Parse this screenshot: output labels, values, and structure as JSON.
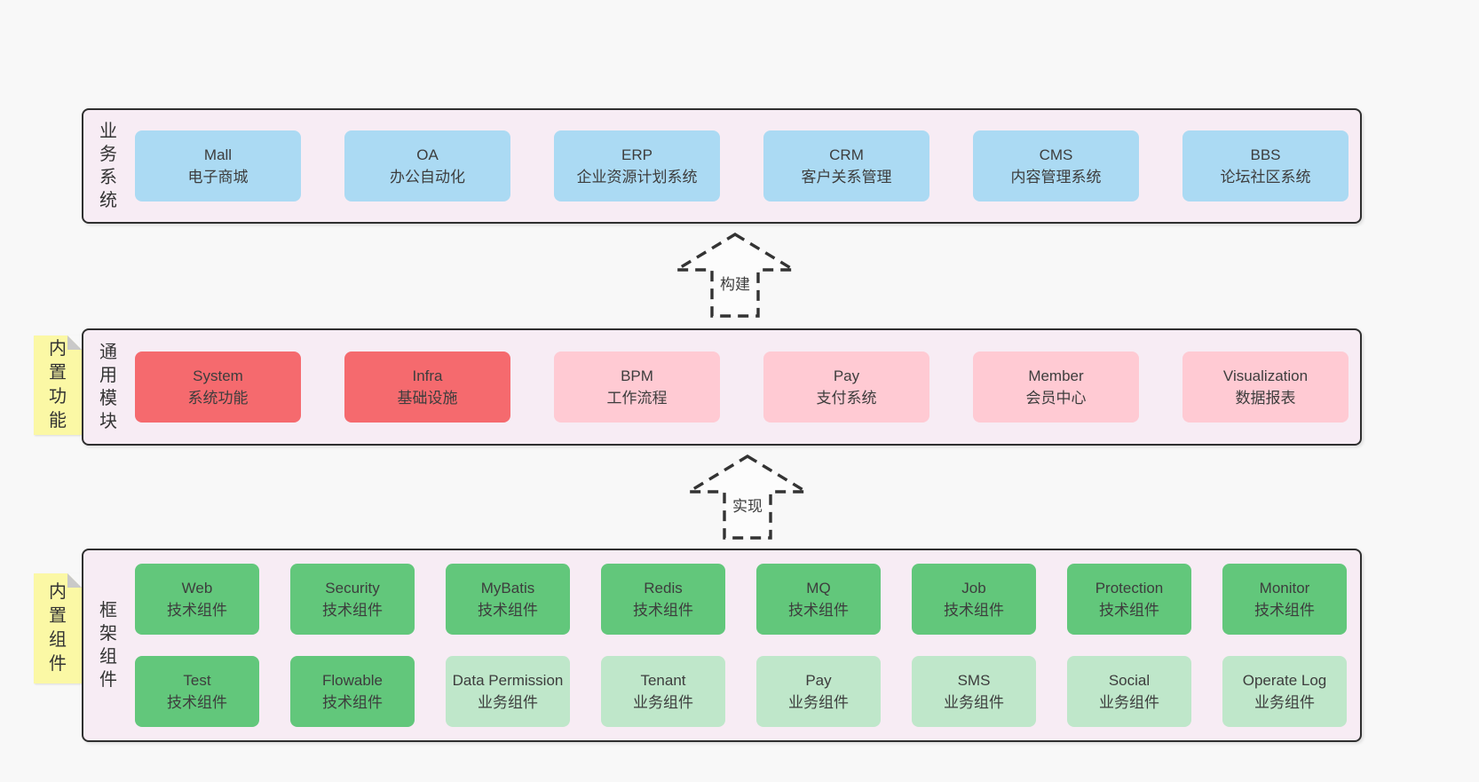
{
  "diagram": {
    "colors": {
      "page_bg": "#f8f8f8",
      "band_bg": "#f7ecf4",
      "band_border": "#2f2f2f",
      "blue": "#abdaf3",
      "red": "#f56a6e",
      "pink": "#ffcad3",
      "green": "#62c77b",
      "lightgreen": "#bfe7ca",
      "sticky": "#fbf8a5",
      "sticky_fold": "#c9c9c9",
      "text": "#3d3d3d",
      "arrow_fill": "#fcfcfc"
    },
    "arrows": [
      {
        "label": "构建"
      },
      {
        "label": "实现"
      }
    ],
    "bands": [
      {
        "label": "业务系统",
        "sticky": null,
        "rows": [
          [
            {
              "title": "Mall",
              "subtitle": "电子商城",
              "variant": "blue"
            },
            {
              "title": "OA",
              "subtitle": "办公自动化",
              "variant": "blue"
            },
            {
              "title": "ERP",
              "subtitle": "企业资源计划系统",
              "variant": "blue"
            },
            {
              "title": "CRM",
              "subtitle": "客户关系管理",
              "variant": "blue"
            },
            {
              "title": "CMS",
              "subtitle": "内容管理系统",
              "variant": "blue"
            },
            {
              "title": "BBS",
              "subtitle": "论坛社区系统",
              "variant": "blue"
            }
          ]
        ]
      },
      {
        "label": "通用模块",
        "sticky": "内置功能",
        "rows": [
          [
            {
              "title": "System",
              "subtitle": "系统功能",
              "variant": "red"
            },
            {
              "title": "Infra",
              "subtitle": "基础设施",
              "variant": "red"
            },
            {
              "title": "BPM",
              "subtitle": "工作流程",
              "variant": "pink"
            },
            {
              "title": "Pay",
              "subtitle": "支付系统",
              "variant": "pink"
            },
            {
              "title": "Member",
              "subtitle": "会员中心",
              "variant": "pink"
            },
            {
              "title": "Visualization",
              "subtitle": "数据报表",
              "variant": "pink"
            }
          ]
        ]
      },
      {
        "label": "框架组件",
        "sticky": "内置组件",
        "rows": [
          [
            {
              "title": "Web",
              "subtitle": "技术组件",
              "variant": "green"
            },
            {
              "title": "Security",
              "subtitle": "技术组件",
              "variant": "green"
            },
            {
              "title": "MyBatis",
              "subtitle": "技术组件",
              "variant": "green"
            },
            {
              "title": "Redis",
              "subtitle": "技术组件",
              "variant": "green"
            },
            {
              "title": "MQ",
              "subtitle": "技术组件",
              "variant": "green"
            },
            {
              "title": "Job",
              "subtitle": "技术组件",
              "variant": "green"
            },
            {
              "title": "Protection",
              "subtitle": "技术组件",
              "variant": "green"
            },
            {
              "title": "Monitor",
              "subtitle": "技术组件",
              "variant": "green"
            }
          ],
          [
            {
              "title": "Test",
              "subtitle": "技术组件",
              "variant": "green"
            },
            {
              "title": "Flowable",
              "subtitle": "技术组件",
              "variant": "green"
            },
            {
              "title": "Data Permission",
              "subtitle": "业务组件",
              "variant": "lightgreen"
            },
            {
              "title": "Tenant",
              "subtitle": "业务组件",
              "variant": "lightgreen"
            },
            {
              "title": "Pay",
              "subtitle": "业务组件",
              "variant": "lightgreen"
            },
            {
              "title": "SMS",
              "subtitle": "业务组件",
              "variant": "lightgreen"
            },
            {
              "title": "Social",
              "subtitle": "业务组件",
              "variant": "lightgreen"
            },
            {
              "title": "Operate Log",
              "subtitle": "业务组件",
              "variant": "lightgreen"
            }
          ]
        ]
      }
    ]
  }
}
